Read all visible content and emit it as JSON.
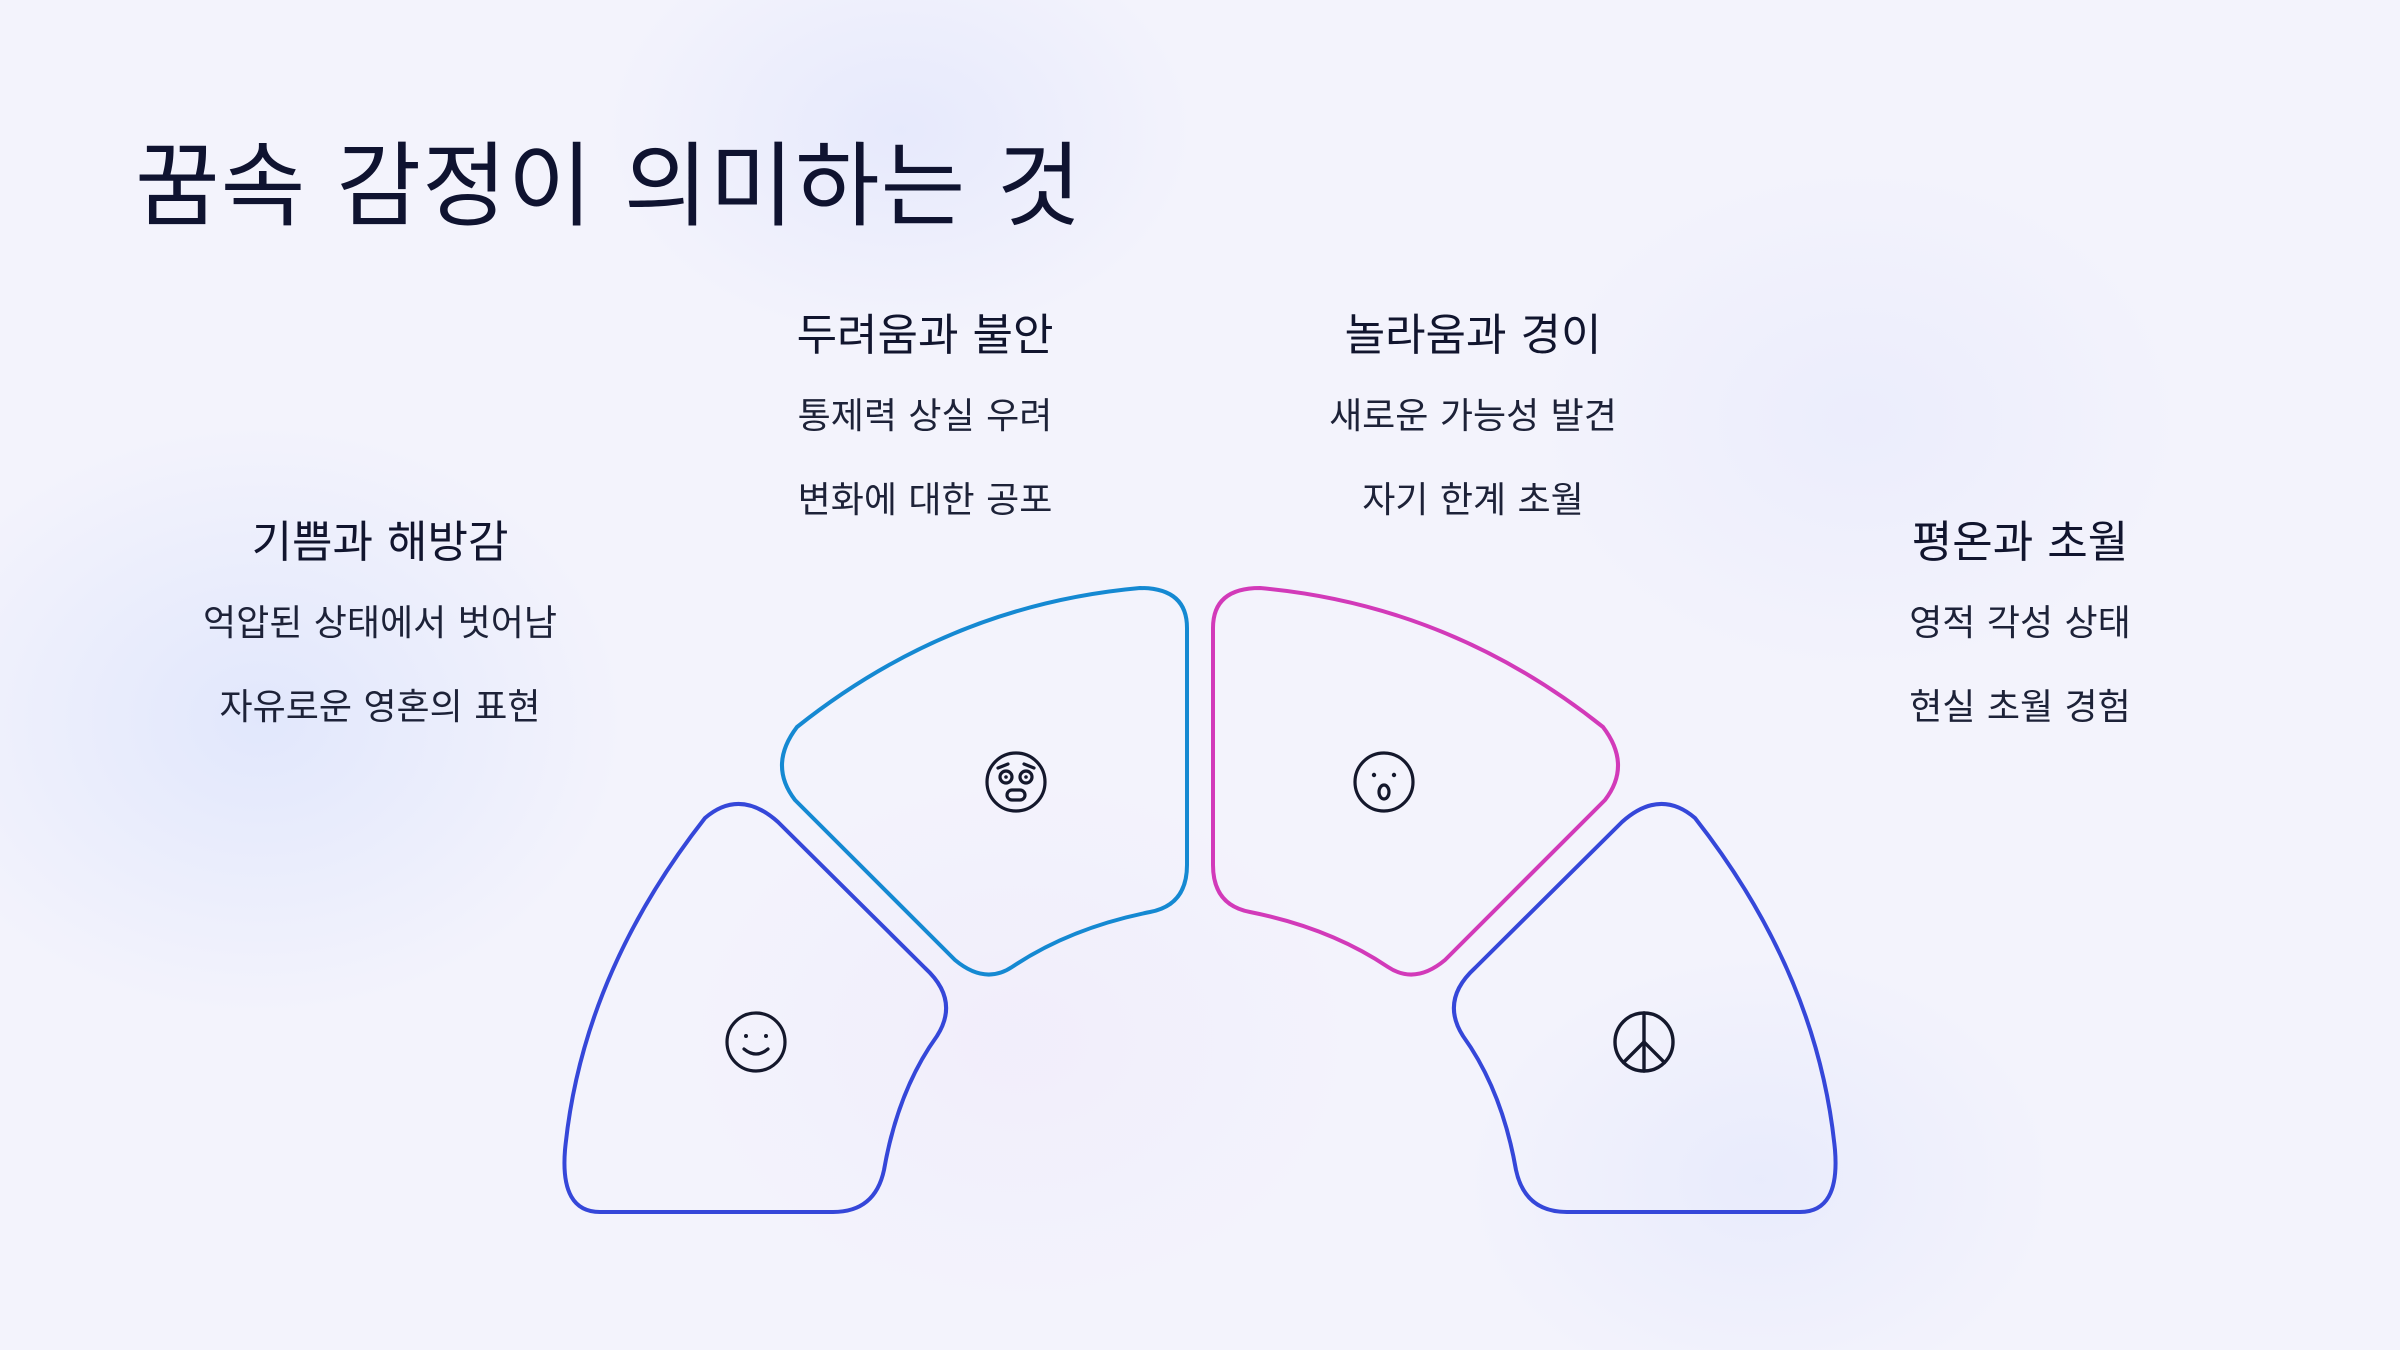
{
  "title": "꿈속 감정이 의미하는 것",
  "segments": [
    {
      "heading": "기쁨과 해방감",
      "items": [
        "억압된 상태에서 벗어남",
        "자유로운 영혼의 표현"
      ],
      "icon": "smiling-face-icon",
      "color": "#3547d9"
    },
    {
      "heading": "두려움과 불안",
      "items": [
        "통제력 상실 우려",
        "변화에 대한 공포"
      ],
      "icon": "fearful-face-icon",
      "color": "#1589d2"
    },
    {
      "heading": "놀라움과 경이",
      "items": [
        "새로운 가능성 발견",
        "자기 한계 초월"
      ],
      "icon": "surprised-face-icon",
      "color": "#d23ab9"
    },
    {
      "heading": "평온과 초월",
      "items": [
        "영적 각성 상태",
        "현실 초월 경험"
      ],
      "icon": "peace-sign-icon",
      "color": "#3547d9"
    }
  ]
}
